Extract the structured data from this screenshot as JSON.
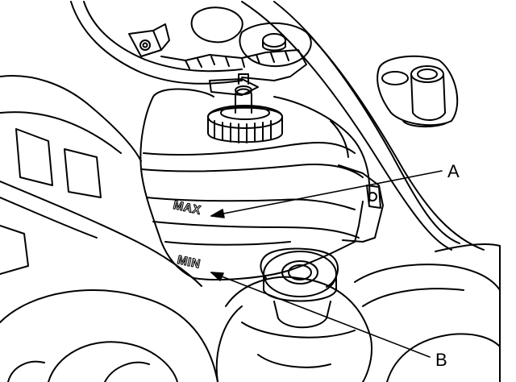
{
  "callouts": {
    "a": {
      "letter": "A",
      "points_to": "MAX"
    },
    "b": {
      "letter": "B",
      "points_to": "MIN"
    }
  },
  "reservoir_markings": {
    "max": "MAX",
    "min": "MIN"
  },
  "colors": {
    "line": "#000000",
    "background": "#ffffff"
  }
}
